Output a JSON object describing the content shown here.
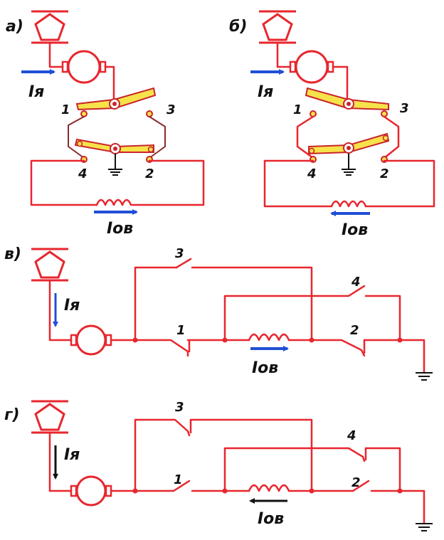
{
  "colors": {
    "circuit": "#e8262e",
    "arm_fill": "#f6e24a",
    "arm_edge": "#c9242a",
    "current_arrow": "#1f4fd6",
    "ground": "#111111",
    "pantograph": "#e8262e"
  },
  "panels": {
    "a": {
      "tag": "а)",
      "ia": "Iя",
      "iov": "Iов",
      "c1": "1",
      "c2": "2",
      "c3": "3",
      "c4": "4"
    },
    "b": {
      "tag": "б)",
      "ia": "Iя",
      "iov": "Iов",
      "c1": "1",
      "c2": "2",
      "c3": "3",
      "c4": "4"
    },
    "v": {
      "tag": "в)",
      "ia": "Iя",
      "iov": "Iов",
      "c1": "1",
      "c2": "2",
      "c3": "3",
      "c4": "4"
    },
    "g": {
      "tag": "г)",
      "ia": "Iя",
      "iov": "Iов",
      "c1": "1",
      "c2": "2",
      "c3": "3",
      "c4": "4"
    }
  }
}
